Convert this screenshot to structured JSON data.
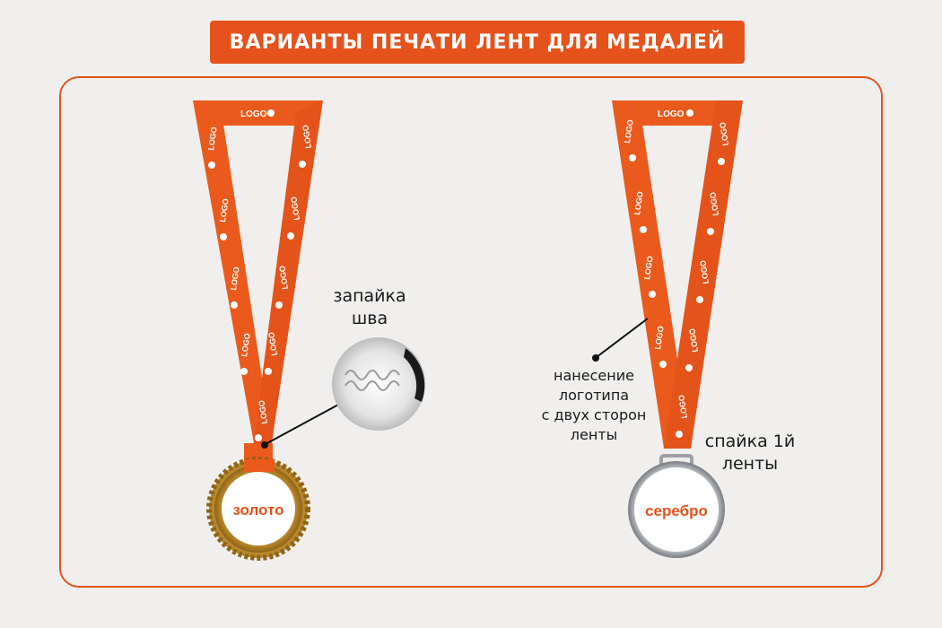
{
  "header": {
    "title": "ВАРИАНТЫ ПЕЧАТИ ЛЕНТ ДЛЯ МЕДАЛЕЙ"
  },
  "ribbon": {
    "logo_text": "LOGO"
  },
  "left_medal": {
    "material_label": "золото",
    "callout_line1": "запайка",
    "callout_line2": "шва"
  },
  "right_medal": {
    "material_label": "серебро",
    "callout_print_line1": "нанесение",
    "callout_print_line2": "логотипа",
    "callout_print_line3": "с двух сторон",
    "callout_print_line4": "ленты",
    "callout_solder_line1": "спайка 1й",
    "callout_solder_line2": "ленты"
  },
  "colors": {
    "accent": "#e5521b",
    "ribbon": "#ea5a1d",
    "gold": "#c99a3a",
    "silver": "#b9bcbf",
    "background": "#f0efed"
  }
}
